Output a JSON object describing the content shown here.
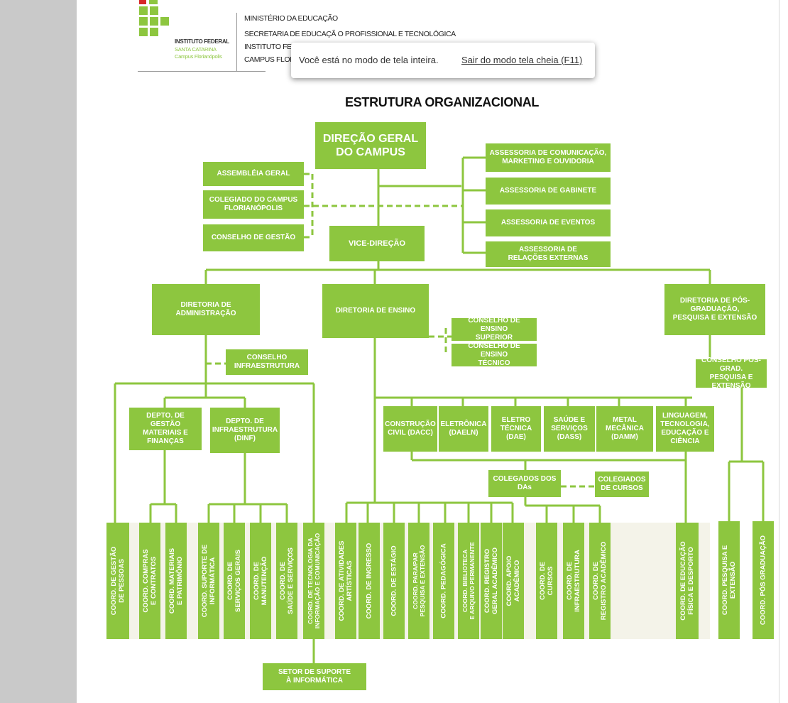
{
  "header": {
    "logo_lines": [
      "INSTITUTO FEDERAL",
      "SANTA CATARINA",
      "Campus Florianópolis"
    ],
    "lines": [
      "MINISTÉRIO DA EDUCAÇÃO",
      "SECRETARIA DE EDUCAÇÃ O PROFISSIONAL E TECNOLÓGICA",
      "INSTITUTO FEDE",
      "CAMPUS FLOR"
    ]
  },
  "fullscreen_bar": {
    "message": "Você está no modo de tela inteira.",
    "exit_link": "Sair do modo tela cheia (F11)"
  },
  "title": "ESTRUTURA ORGANIZACIONAL",
  "colors": {
    "box": "#8dc63f",
    "line": "#8dc63f",
    "background_band": "#f4f3e9",
    "sidebar": "#c9c9c9"
  },
  "nodes": {
    "direcao": "DIREÇÃO GERAL\nDO CAMPUS",
    "assembleia": "ASSEMBLÉIA GERAL",
    "colegiado_campus": "COLEGIADO DO CAMPUS\nFLORIANÓPOLIS",
    "conselho_gestao": "CONSELHO DE GESTÃO",
    "vice": "VICE-DIREÇÃO",
    "ass_comunicacao": "ASSESSORIA DE COMUNICAÇÃO,\nMARKETING E OUVIDORIA",
    "ass_gabinete": "ASSESSORIA DE GABINETE",
    "ass_eventos": "ASSESSORIA DE EVENTOS",
    "ass_relacoes": "ASSESSORIA DE\nRELAÇÕES EXTERNAS",
    "dir_admin": "DIRETORIA DE\nADMINISTRAÇÃO",
    "dir_ensino": "DIRETORIA DE ENSINO",
    "dir_pos": "DIRETORIA DE PÓS-\nGRADUAÇÃO,\nPESQUISA E EXTENSÃO",
    "cons_ens_sup": "CONSELHO DE ENSINO\nSUPERIOR",
    "cons_ens_tec": "CONSELHO DE ENSINO\nTÉCNICO",
    "cons_infra": "CONSELHO\nINFRAESTRUTURA",
    "cons_pos": "CONSELHO PÓS-GRAD.\nPESQUISA E EXTENSÃO",
    "dept_gestao": "DEPTO. DE GESTÃO\nMATERIAIS E\nFINANÇAS",
    "dept_infra": "DEPTO. DE\nINFRAESTRUTURA\n(DINF)",
    "dacc": "CONSTRUÇÃO\nCIVIL (DACC)",
    "daeln": "ELETRÔNICA\n(DAELN)",
    "dae": "ELETRO\nTÉCNICA\n(DAE)",
    "dass": "SAÚDE E\nSERVIÇOS\n(DASS)",
    "damm": "METAL\nMECÂNICA\n(DAMM)",
    "ltec": "LINGUAGEM,\nTECNOLOGIA,\nEDUCAÇÃO E\nCIÊNCIA",
    "colegiados_das": "COLEGADOS DOS\nDAs",
    "colegiados_cursos": "COLEGIADOS\nDE CURSOS",
    "setor_suporte": "SETOR DE SUPORTE\nÀ INFORMÁTICA"
  },
  "coords": [
    "COORD. DE GESTÃO\nDE PESSOAS",
    "COORD. COMPRAS\nE CONTRATOS",
    "COORD. MATERIAIS\nE PATRIMÔNIO",
    "COORD. SUPORTE DE\nINFORMÁTICA",
    "COORD. DE\nSERVIÇOS GERAIS",
    "COORD. DE\nMANUTENÇÃO",
    "COORD. DE\nSAÚDE E SERVIÇOS",
    "COORD. DE TECNOLOGIA DA\nINFORMAÇÃO E COMUNICAÇÃO",
    "COORD. DE ATIVIDADES\nARTÍSTICAS",
    "COORD. DE INGRESSO",
    "COORD. DE ESTÁGIO",
    "COORD. PARA/PAR\nPESQUISA E EXTENSÃO",
    "COORD. PEDAGÓGICA",
    "COORD. BIBLIOTECA\nE ARQUIVO PERMANENTE",
    "COORD. REGISTRO\nGERAL ACADÊMICO",
    "COORD. APOIO\nACADÊMICO",
    "COORD. DE\nCURSOS",
    "COORD. DE\nINFRAESTRUTURA",
    "COORD. DE\nREGISTRO ACADÊMICO",
    "COORD. DE EDUCAÇÃO\nFÍSICA E DESPORTO",
    "COORD. PESQUISA E\nEXTENSÃO",
    "COORD. PÓS GRADUAÇÃO"
  ]
}
